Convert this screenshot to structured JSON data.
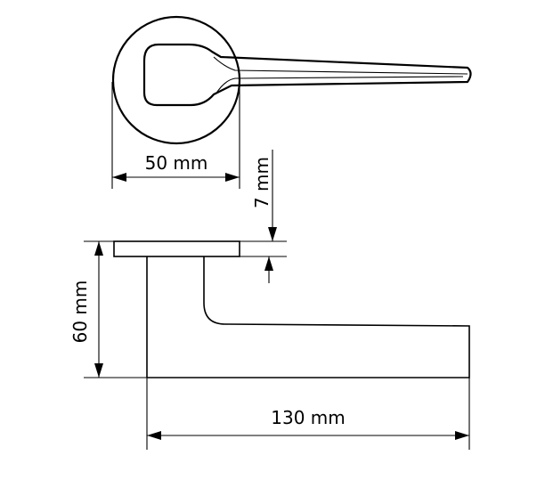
{
  "dimensions": {
    "rose_diameter": "50 mm",
    "rose_thickness": "7 mm",
    "handle_height": "60 mm",
    "handle_length": "130 mm"
  }
}
